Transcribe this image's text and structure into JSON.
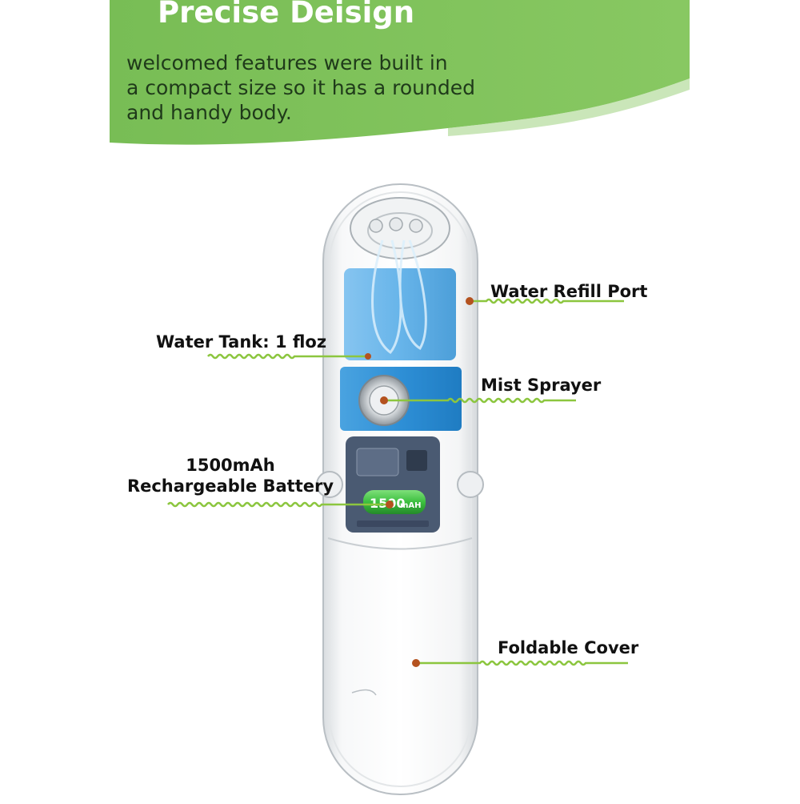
{
  "header": {
    "title": "Precise Deisign",
    "description_lines": [
      "welcomed features were built in",
      "a compact size so it has a rounded",
      "and handy body."
    ]
  },
  "callouts": {
    "water_refill_port": "Water Refill Port",
    "water_tank": "Water Tank: 1 floz",
    "mist_sprayer": "Mist Sprayer",
    "battery_line1": "1500mAh",
    "battery_line2": "Rechargeable Battery",
    "foldable_cover": "Foldable Cover"
  },
  "battery_label": {
    "capacity": "1500",
    "unit": "mAH"
  },
  "colors": {
    "green_banner": "#7ec15a",
    "tank_blue": "#5aaee8",
    "marker": "#b4521f",
    "leader_line": "#8cc63f"
  }
}
